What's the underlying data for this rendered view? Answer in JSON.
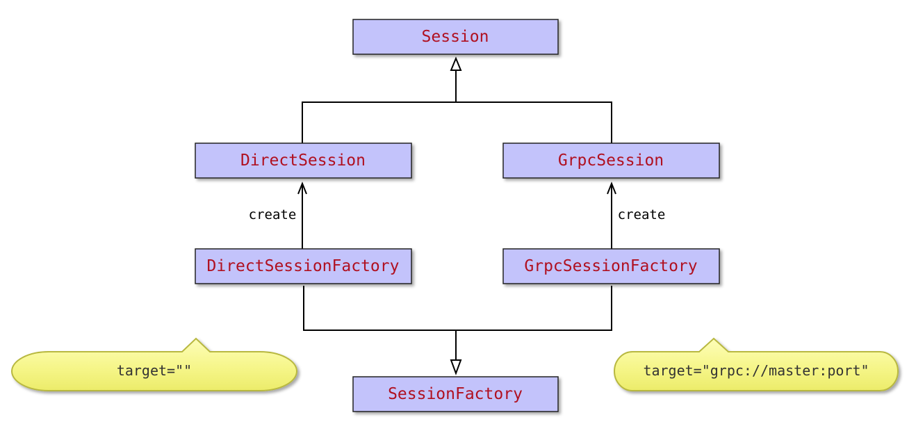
{
  "colors": {
    "box_fill": "#c3c3fb",
    "box_border": "#222222",
    "box_text": "#b01020",
    "note_fill": "#f9f989",
    "note_border": "#b8b840",
    "line": "#000000"
  },
  "classes": {
    "session": "Session",
    "direct_session": "DirectSession",
    "grpc_session": "GrpcSession",
    "direct_session_factory": "DirectSessionFactory",
    "grpc_session_factory": "GrpcSessionFactory",
    "session_factory": "SessionFactory"
  },
  "edges": {
    "direct_create_label": "create",
    "grpc_create_label": "create"
  },
  "notes": {
    "direct_target": "target=\"\"",
    "grpc_target": "target=\"grpc://master:port\""
  }
}
